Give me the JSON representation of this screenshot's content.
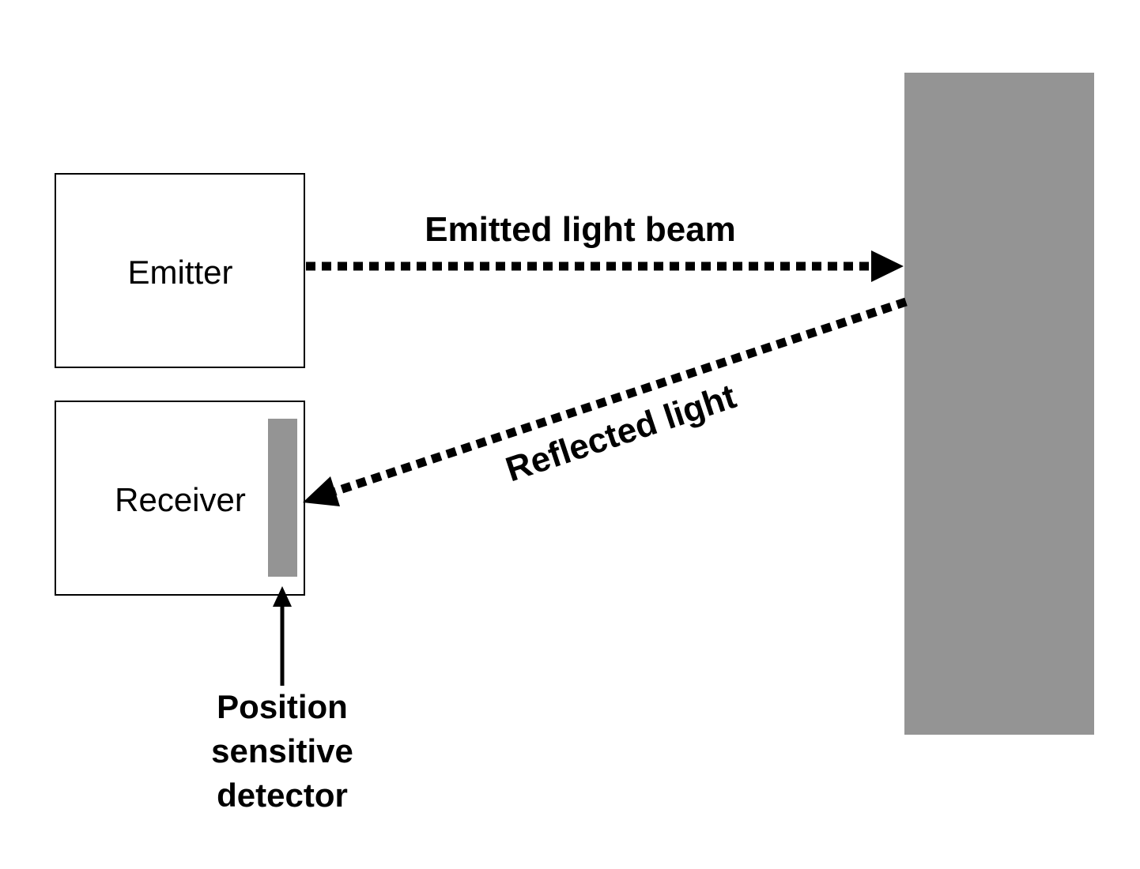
{
  "diagram": {
    "emitter": {
      "label": "Emitter"
    },
    "receiver": {
      "label": "Receiver"
    },
    "emitted_beam": {
      "label": "Emitted light beam"
    },
    "reflected_beam": {
      "label": "Reflected light"
    },
    "detector": {
      "label_lines": [
        "Position",
        "sensitive",
        "detector"
      ]
    }
  },
  "colors": {
    "box_stroke": "#000000",
    "surface": "#949494",
    "detector": "#949494",
    "arrow": "#000000",
    "background": "#ffffff"
  }
}
